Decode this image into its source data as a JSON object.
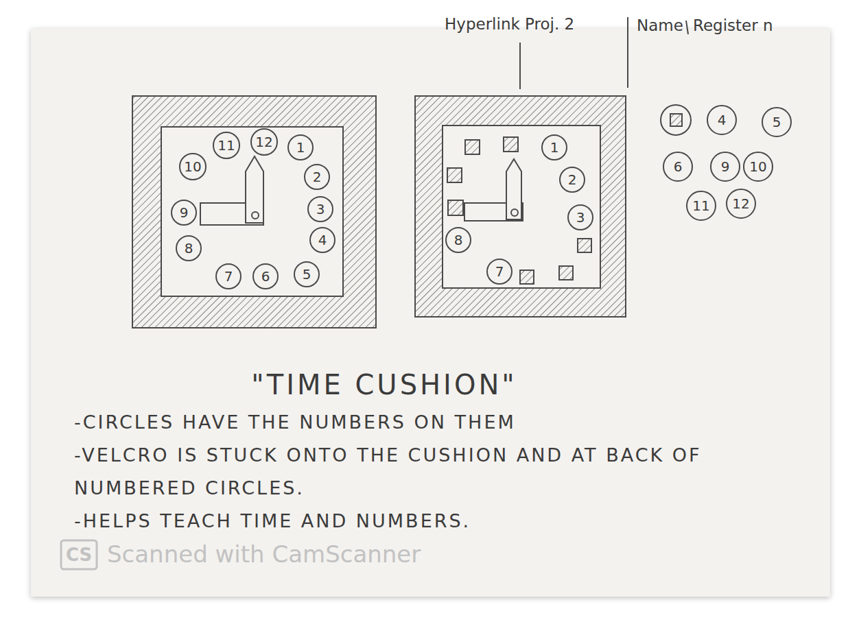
{
  "diagram": {
    "title": "\"TIME CUSHION\"",
    "nodes": [
      {
        "text": [
          "12"
        ]
      },
      {
        "text": [
          "1"
        ]
      },
      {
        "text": [
          "2"
        ]
      },
      {
        "text": [
          "3"
        ]
      },
      {
        "text": [
          "4"
        ]
      },
      {
        "text": [
          "5"
        ]
      },
      {
        "text": [
          "6"
        ]
      },
      {
        "text": [
          "7"
        ]
      },
      {
        "text": [
          "8"
        ]
      },
      {
        "text": [
          "9"
        ]
      },
      {
        "text": [
          "10"
        ]
      },
      {
        "text": [
          "11"
        ]
      },
      {
        "text": [
          "1"
        ]
      },
      {
        "text": [
          "2"
        ]
      },
      {
        "text": [
          "3"
        ]
      },
      {
        "text": [
          "8"
        ]
      },
      {
        "text": [
          "7"
        ]
      },
      {
        "text": [
          "4"
        ]
      },
      {
        "text": [
          "5"
        ]
      },
      {
        "text": [
          "6"
        ]
      },
      {
        "text": [
          "9"
        ]
      },
      {
        "text": [
          "10"
        ]
      },
      {
        "text": [
          "11"
        ]
      },
      {
        "text": [
          "12"
        ]
      }
    ],
    "labels": [
      "Hyperlink Proj. 2",
      "Name",
      "Register n",
      "-CIRCLES HAVE THE NUMBERS ON THEM",
      "-VELCRO IS STUCK ONTO THE CUSHION AND AT BACK OF NUMBERED CIRCLES.",
      "-HELPS TEACH TIME AND NUMBERS.",
      "CS",
      "Scanned with CamScanner"
    ]
  }
}
